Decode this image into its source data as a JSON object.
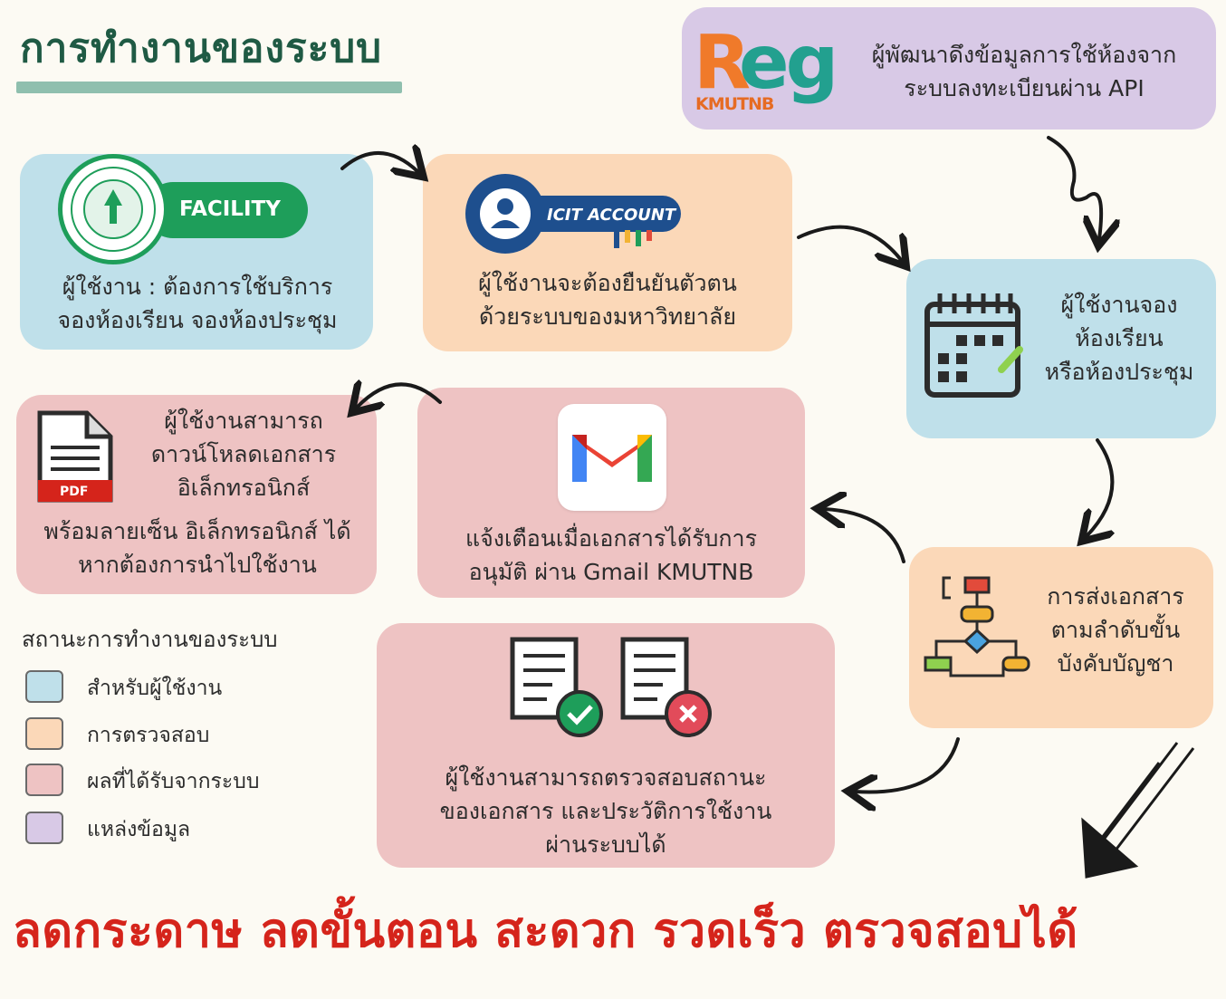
{
  "header": {
    "title": "การทำงานของระบบ"
  },
  "colors": {
    "user": "#bfe0ea",
    "check": "#fbd8b8",
    "result": "#eec3c3",
    "source": "#d8c9e6",
    "accent_green": "#1e9e5a",
    "slogan_red": "#d5241b"
  },
  "source_box": {
    "logo_main_r": "R",
    "logo_main_eg": "eg",
    "logo_sub": "KMUTNB",
    "lines": [
      "ผู้พัฒนาดึงข้อมูลการใช้ห้องจาก",
      "ระบบลงทะเบียนผ่าน API"
    ]
  },
  "step_facility": {
    "badge": "FACILITY",
    "lines": [
      "ผู้ใช้งาน : ต้องการใช้บริการ",
      "จองห้องเรียน จองห้องประชุม"
    ]
  },
  "step_account": {
    "badge": "ICIT ACCOUNT",
    "lines": [
      "ผู้ใช้งานจะต้องยืนยันตัวตน",
      "ด้วยระบบของมหาวิทยาลัย"
    ]
  },
  "step_booking": {
    "lines": [
      "ผู้ใช้งานจอง",
      "ห้องเรียน",
      "หรือห้องประชุม"
    ]
  },
  "step_flow": {
    "lines": [
      "การส่งเอกสาร",
      "ตามลำดับขั้น",
      "บังคับบัญชา"
    ]
  },
  "step_gmail": {
    "lines": [
      "แจ้งเตือนเมื่อเอกสารได้รับการ",
      "อนุมัติ ผ่าน Gmail KMUTNB"
    ]
  },
  "step_download": {
    "pdf_label": "PDF",
    "lines_top": [
      "ผู้ใช้งานสามารถ",
      "ดาวน์โหลดเอกสาร",
      "อิเล็กทรอนิกส์"
    ],
    "lines_bottom": [
      "พร้อมลายเซ็น อิเล็กทรอนิกส์ ได้",
      "หากต้องการนำไปใช้งาน"
    ]
  },
  "step_status": {
    "lines": [
      "ผู้ใช้งานสามารถตรวจสอบสถานะ",
      "ของเอกสาร และประวัติการใช้งาน",
      "ผ่านระบบได้"
    ]
  },
  "legend": {
    "title": "สถานะการทำงานของระบบ",
    "items": [
      {
        "label": "สำหรับผู้ใช้งาน",
        "color": "#bfe0ea"
      },
      {
        "label": "การตรวจสอบ",
        "color": "#fbd8b8"
      },
      {
        "label": "ผลที่ได้รับจากระบบ",
        "color": "#eec3c3"
      },
      {
        "label": "แหล่งข้อมูล",
        "color": "#d8c9e6"
      }
    ]
  },
  "footer": {
    "slogan": "ลดกระดาษ ลดขั้นตอน สะดวก รวดเร็ว ตรวจสอบได้"
  }
}
